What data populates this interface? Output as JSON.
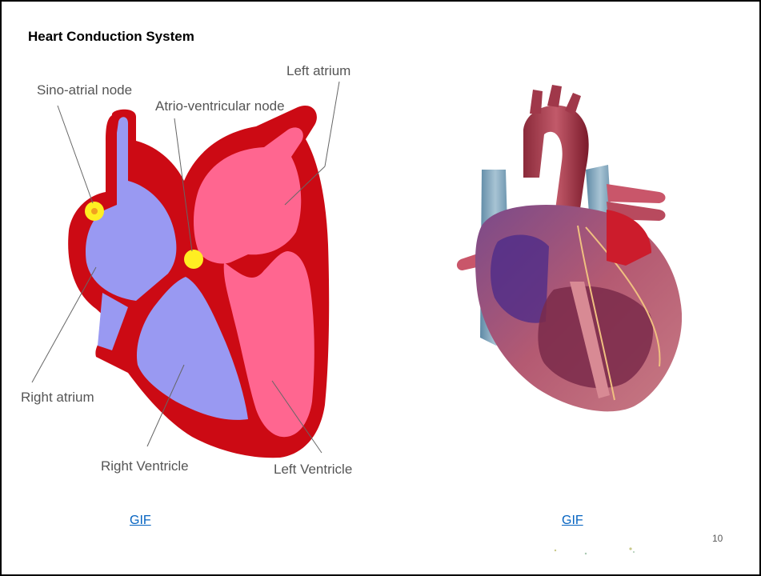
{
  "slide": {
    "title": "Heart Conduction System",
    "page_number": "10"
  },
  "diagram": {
    "labels": {
      "sa_node": "Sino-atrial node",
      "av_node": "Atrio-ventricular node",
      "left_atrium": "Left atrium",
      "right_atrium": "Right atrium",
      "right_ventricle": "Right Ventricle",
      "left_ventricle": "Left Ventricle"
    },
    "colors": {
      "wall": "#cc0a14",
      "right_chambers": "#9999f2",
      "left_chambers": "#ff6690",
      "node": "#ffee22",
      "leader_line": "#666666"
    }
  },
  "links": {
    "left": "GIF",
    "right": "GIF"
  }
}
